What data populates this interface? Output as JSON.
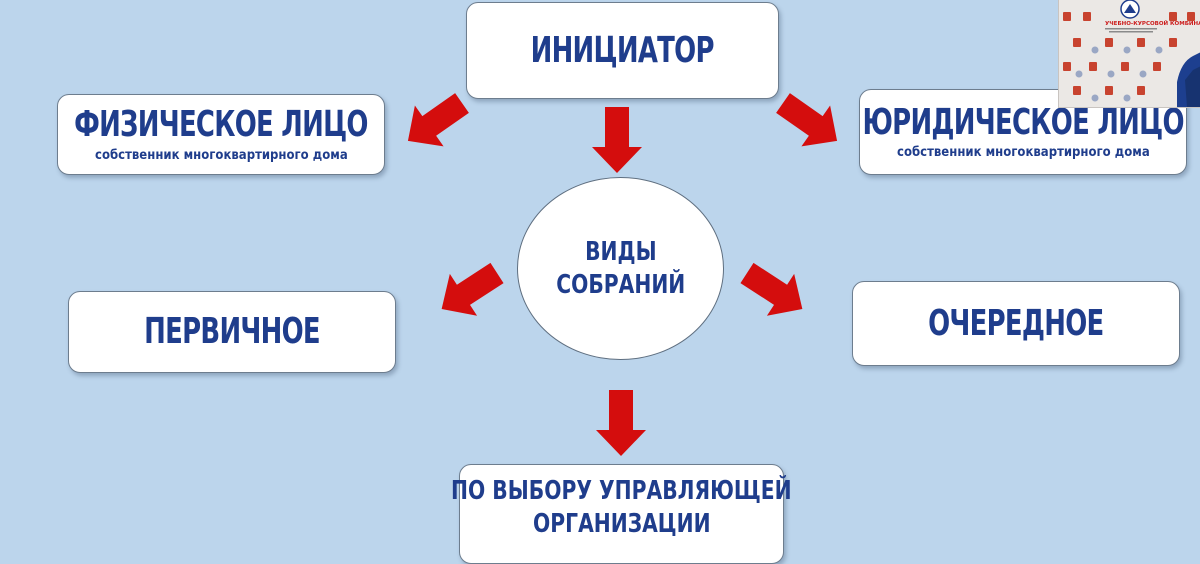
{
  "diagram": {
    "initiator": {
      "title": "ИНИЦИАТОР"
    },
    "physical_person": {
      "title": "ФИЗИЧЕСКОЕ ЛИЦО",
      "subtitle": "собственник многоквартирного дома"
    },
    "legal_person": {
      "title": "ЮРИДИЧЕСКОЕ ЛИЦО",
      "subtitle": "собственник многоквартирного дома"
    },
    "center": {
      "line1": "ВИДЫ",
      "line2": "СОБРАНИЙ"
    },
    "primary": {
      "title": "ПЕРВИЧНОЕ"
    },
    "regular": {
      "title": "ОЧЕРЕДНОЕ"
    },
    "by_choice": {
      "line1": "ПО ВЫБОРУ УПРАВЛЯЮЩЕЙ",
      "line2": "ОРГАНИЗАЦИИ"
    }
  },
  "webcam": {
    "logo_text": "УЧЕБНО-КУРСОВОЙ КОМБИНАТ ЖКХ"
  },
  "colors": {
    "background": "#bcd5ec",
    "text": "#1f3d8c",
    "arrow": "#d40d0d",
    "box": "#ffffff"
  }
}
